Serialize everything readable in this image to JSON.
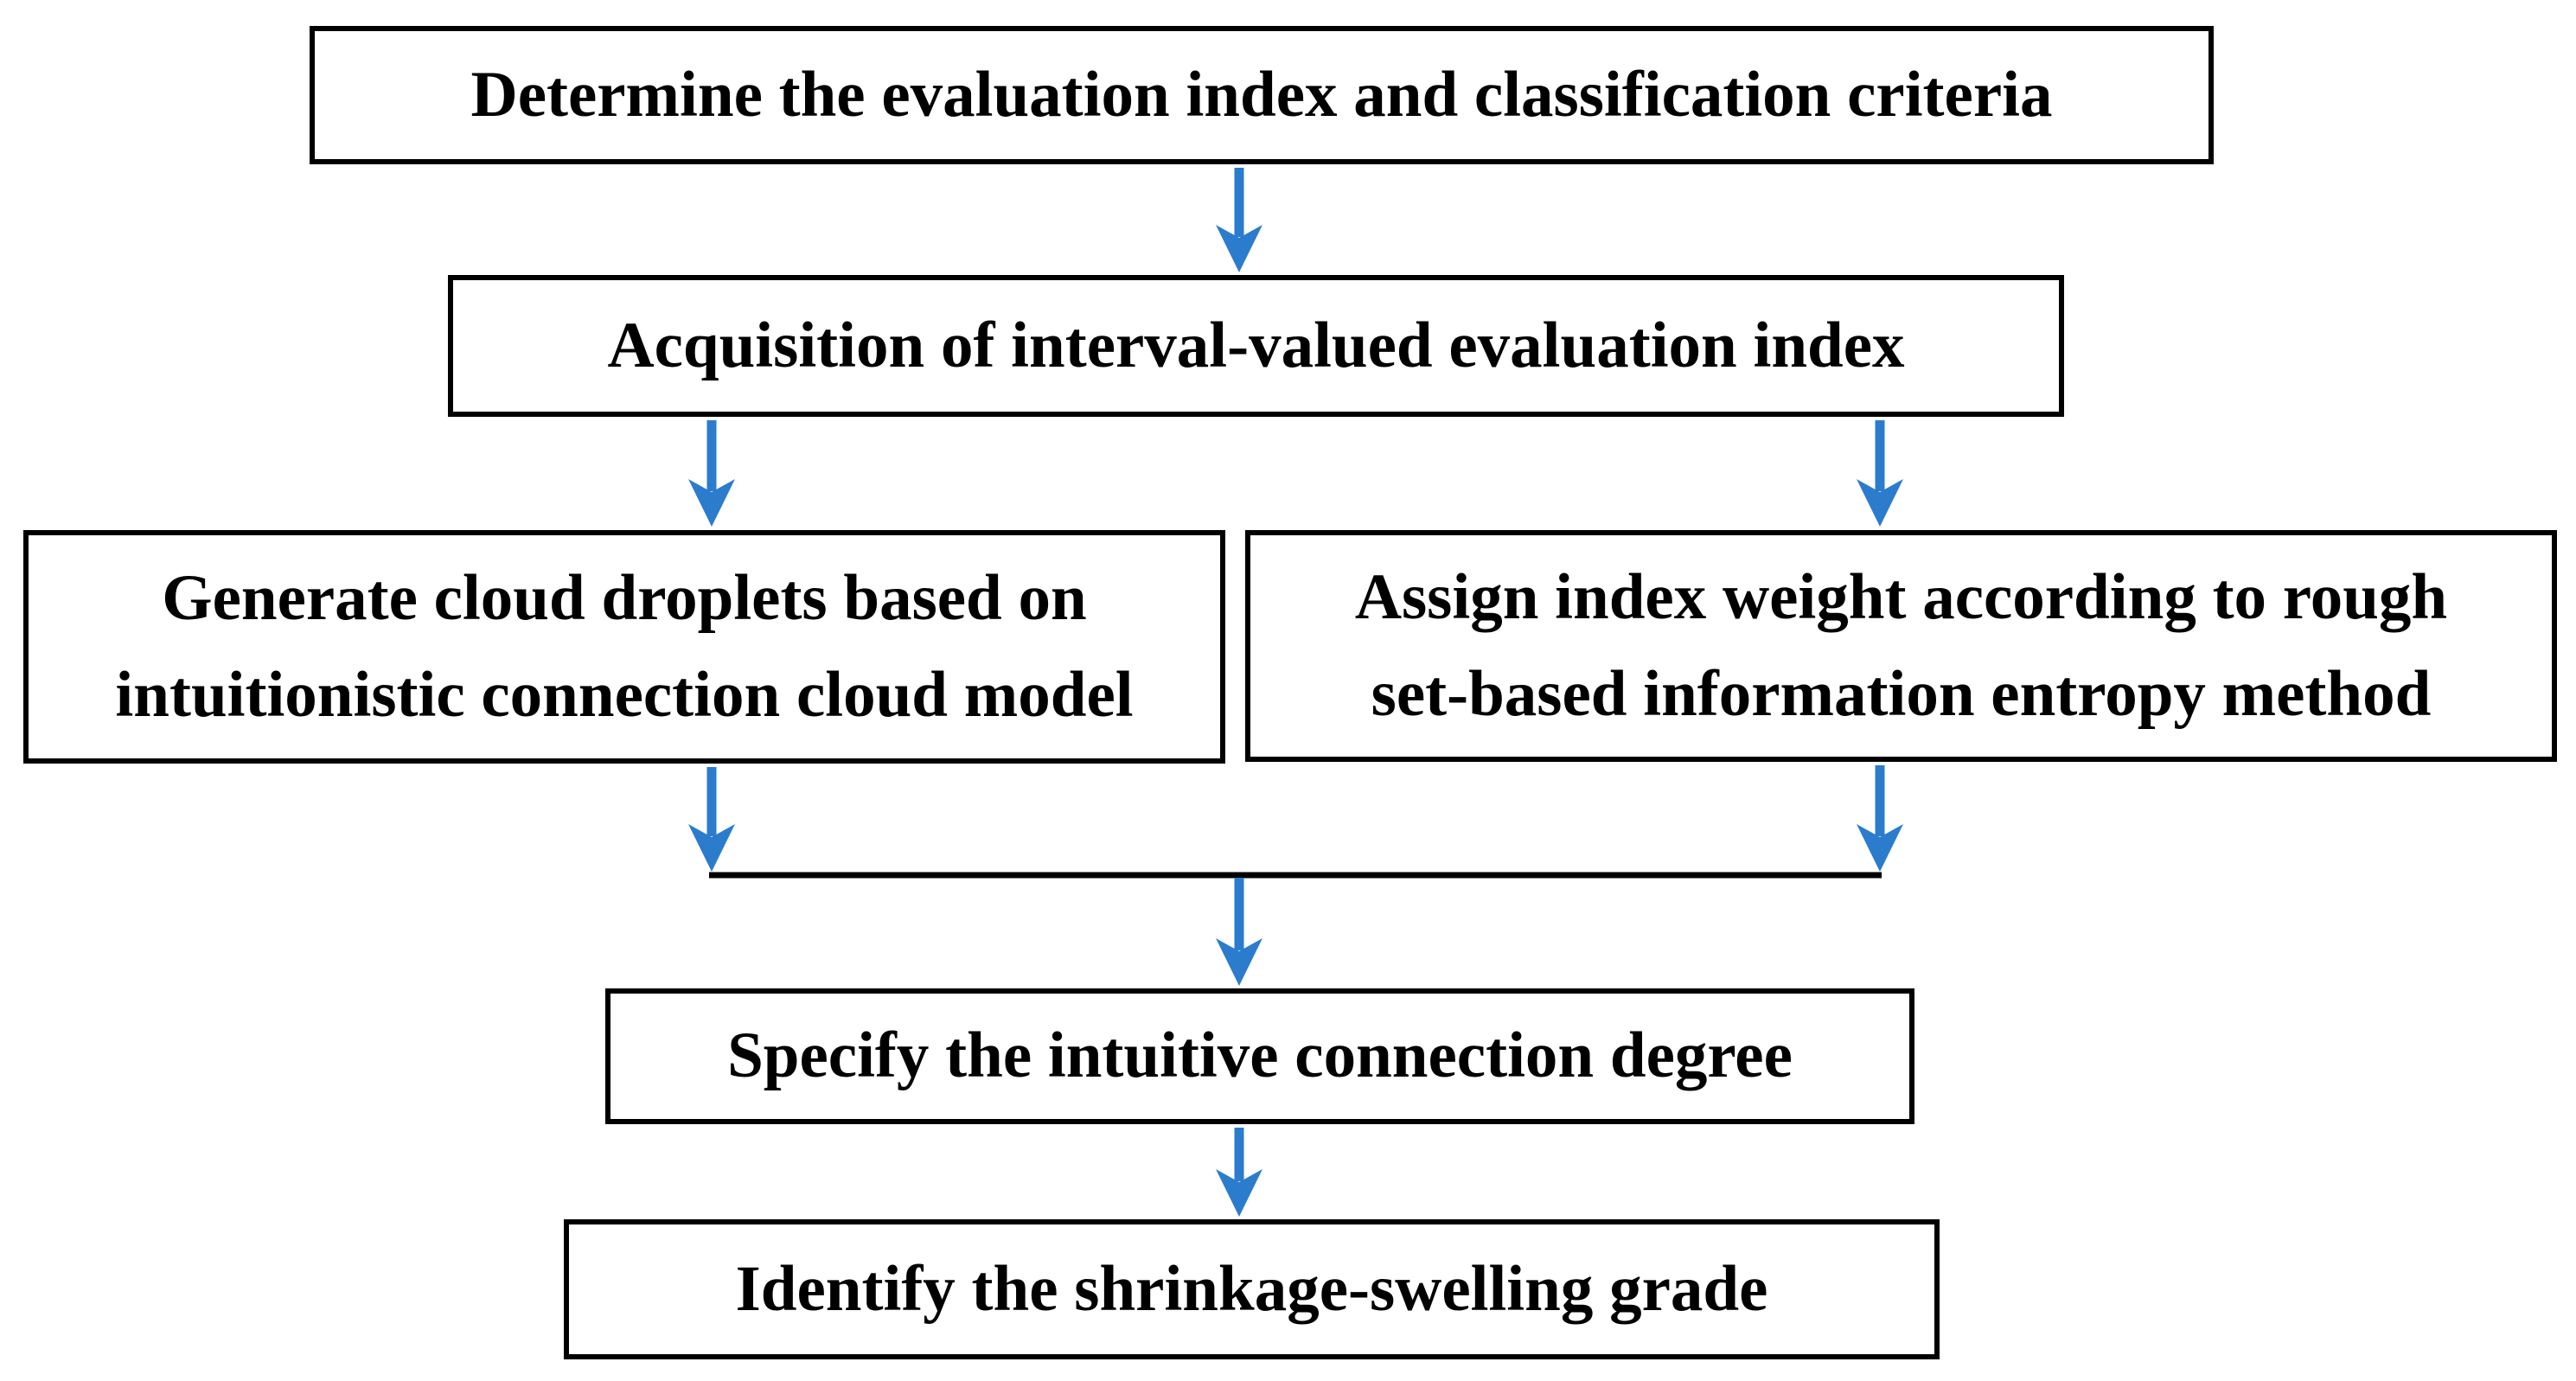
{
  "diagram": {
    "type": "flowchart",
    "colors": {
      "arrow": "#2b7ccd",
      "border": "#000000",
      "text": "#000000",
      "background": "#ffffff"
    },
    "nodes": {
      "determine": {
        "label": "Determine the evaluation index and classification criteria"
      },
      "acquire": {
        "label": "Acquisition of interval-valued evaluation index"
      },
      "generate": {
        "lines": [
          "Generate cloud droplets based on",
          "intuitionistic connection cloud model"
        ]
      },
      "assign": {
        "lines": [
          "Assign index weight according to rough",
          "set-based information entropy method"
        ]
      },
      "specify": {
        "label": "Specify the intuitive connection degree"
      },
      "identify": {
        "label": "Identify the shrinkage-swelling grade"
      }
    },
    "connections": [
      {
        "from": "determine",
        "to": "acquire"
      },
      {
        "from": "acquire",
        "to": "generate"
      },
      {
        "from": "acquire",
        "to": "assign"
      },
      {
        "from": "generate",
        "to": "specify",
        "via": "merge-line"
      },
      {
        "from": "assign",
        "to": "specify",
        "via": "merge-line"
      },
      {
        "from": "specify",
        "to": "identify"
      }
    ]
  }
}
